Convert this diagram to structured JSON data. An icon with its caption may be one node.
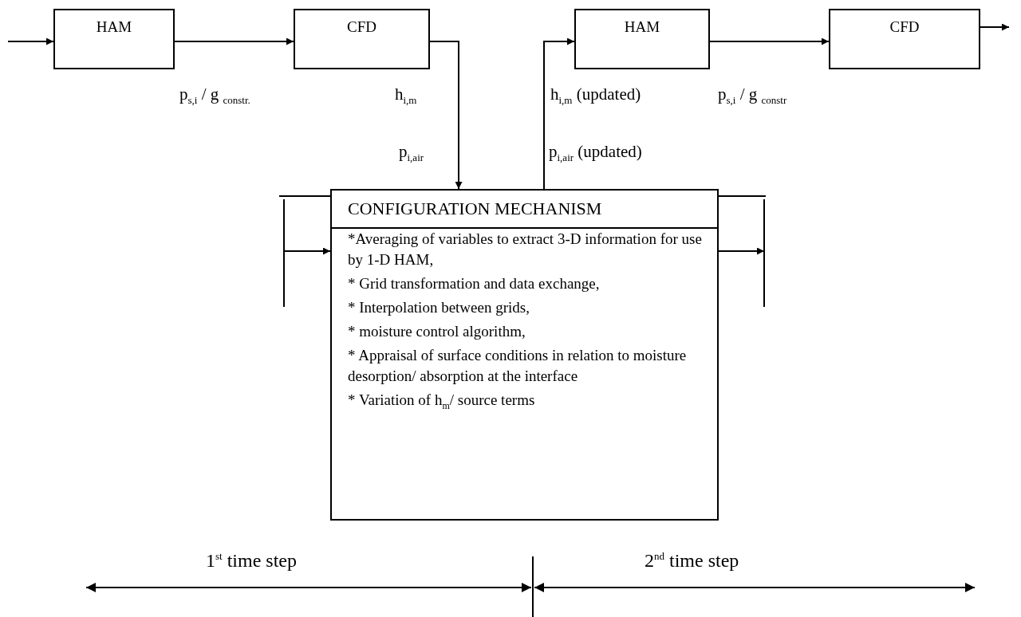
{
  "diagram": {
    "nodes": [
      {
        "text": [
          "HAM"
        ]
      },
      {
        "text": [
          "CFD"
        ]
      },
      {
        "text": [
          "HAM"
        ]
      },
      {
        "text": [
          "CFD"
        ]
      },
      {
        "text": [
          "CONFIGURATION MECHANISM",
          "*Averaging of variables to extract 3-D information for use by 1-D HAM,",
          "* Grid transformation and data exchange,",
          "* Interpolation between grids,",
          "* moisture control algorithm,",
          "* Appraisal of surface conditions in relation to moisture desorption/ absorption at the interface",
          "* Variation of h$_{m}$/ source terms"
        ]
      }
    ],
    "edges": [
      {
        "from": null,
        "to": 0,
        "arrow": "to"
      },
      {
        "from": 0,
        "to": 1,
        "arrow": "to"
      },
      {
        "from": 1,
        "to": 4,
        "arrow": "to"
      },
      {
        "from": null,
        "to": 4,
        "arrow": "to"
      },
      {
        "from": 4,
        "to": null,
        "arrow": "to"
      },
      {
        "from": 4,
        "to": 2,
        "arrow": "to"
      },
      {
        "from": 2,
        "to": 3,
        "arrow": "to"
      },
      {
        "from": 3,
        "to": null,
        "arrow": "to"
      }
    ],
    "labels": [
      "p$_{s,i}$ / g $_{constr.}$",
      "h$_{i,m}$",
      "h$_{i,m}$ (updated)",
      "p$_{s,i}$ / g $_{constr}$",
      "p$_{i,air}$",
      "p$_{i,air}$ (updated)",
      "1$^{st}$ time step",
      "2$^{nd}$ time step"
    ]
  }
}
